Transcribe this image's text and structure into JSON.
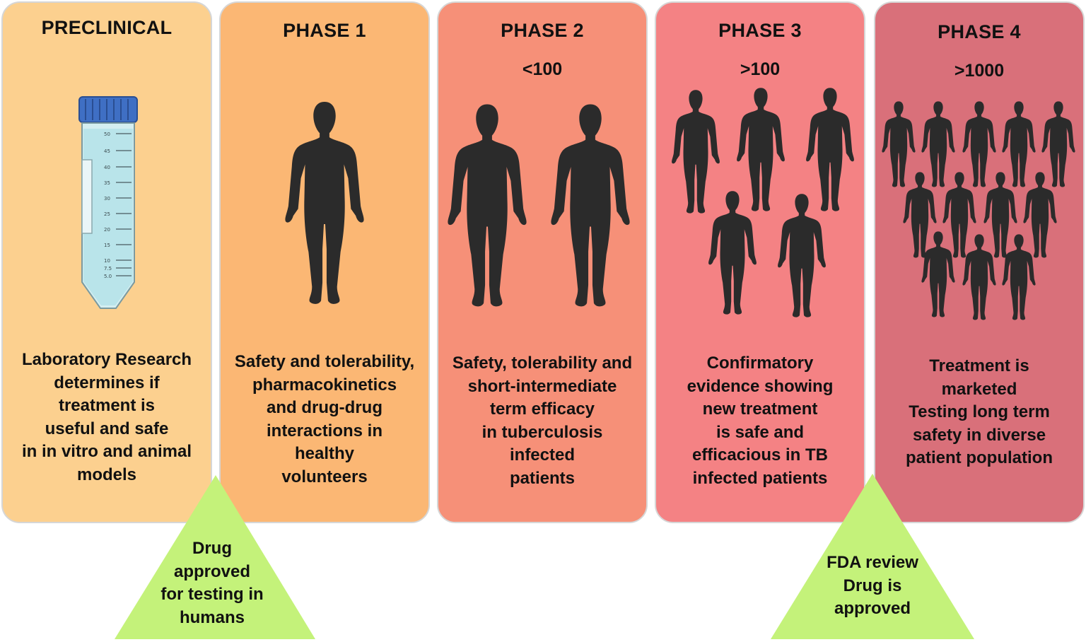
{
  "colors": {
    "preclinical": "#fcd08f",
    "phase1": "#fbb774",
    "phase2": "#f69078",
    "phase3": "#f48284",
    "phase4": "#d9707a",
    "triangle": "#c4f27a",
    "silhouette": "#2b2b2b"
  },
  "phases": [
    {
      "title": "PRECLINICAL",
      "count": "",
      "icon": "test-tube-icon",
      "description": "Laboratory Research\ndetermines if\ntreatment is\nuseful and safe\nin in vitro and animal\nmodels"
    },
    {
      "title": "PHASE 1",
      "count": "",
      "icon": "person-silhouette-icon",
      "people": 1,
      "description": "Safety and tolerability,\npharmacokinetics\nand drug-drug\ninteractions in\nhealthy\nvolunteers"
    },
    {
      "title": "PHASE 2",
      "count": "<100",
      "icon": "person-silhouette-icon",
      "people": 2,
      "description": "Safety, tolerability and\nshort-intermediate\nterm efficacy\nin tuberculosis\ninfected\npatients"
    },
    {
      "title": "PHASE 3",
      "count": ">100",
      "icon": "person-silhouette-icon",
      "people": 5,
      "description": "Confirmatory\nevidence showing\nnew treatment\nis safe and\nefficacious in TB\ninfected patients"
    },
    {
      "title": "PHASE 4",
      "count": ">1000",
      "icon": "person-silhouette-icon",
      "people": 12,
      "description": "Treatment is\nmarketed\nTesting long term\nsafety in diverse\npatient population"
    }
  ],
  "milestones": [
    {
      "text": "Drug\napproved\nfor testing in\nhumans"
    },
    {
      "text": "FDA review\nDrug is\napproved"
    }
  ],
  "tube_scale": [
    "50",
    "45",
    "40",
    "35",
    "30",
    "25",
    "20",
    "15",
    "10",
    "7.5",
    "5.0"
  ]
}
